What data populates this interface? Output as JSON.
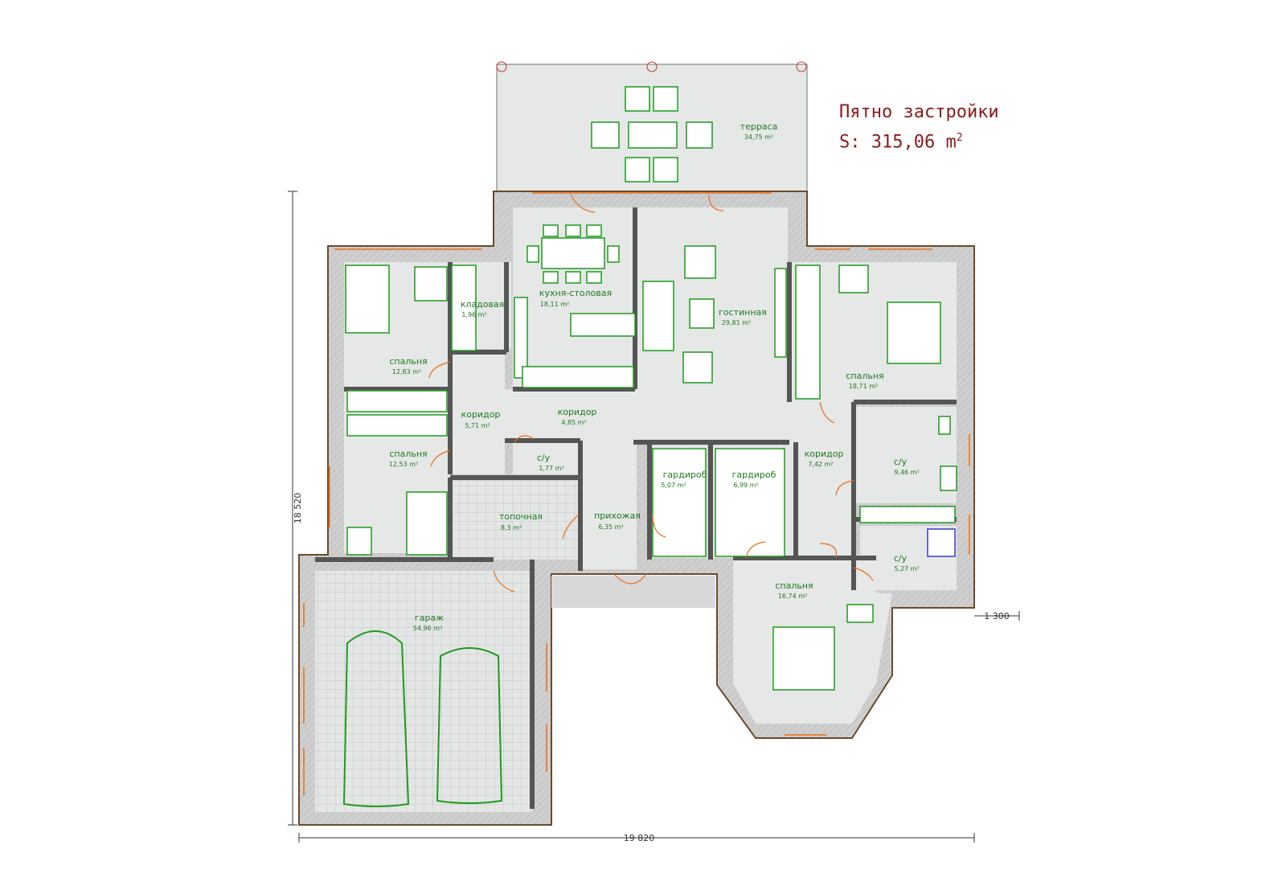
{
  "summary": {
    "heading": "Пятно застройки",
    "area_prefix": "S:",
    "area_value": "315,06",
    "area_unit": "m",
    "area_exp": "2"
  },
  "dimensions": {
    "width": "19 820",
    "height": "18 520",
    "offset": "1 300"
  },
  "rooms": [
    {
      "name": "терраса",
      "area": "34,75 m²"
    },
    {
      "name": "кухня-столовая",
      "area": "18,11 m²"
    },
    {
      "name": "гостинная",
      "area": "29,81 m²"
    },
    {
      "name": "кладовая",
      "area": "1,96 m²"
    },
    {
      "name": "спальня",
      "area": "12,83 m²"
    },
    {
      "name": "спальня",
      "area": "18,71 m²"
    },
    {
      "name": "коридор",
      "area": "5,71 m²"
    },
    {
      "name": "коридор",
      "area": "4,85 m²"
    },
    {
      "name": "спальня",
      "area": "12,53 m²"
    },
    {
      "name": "с/у",
      "area": "1,77 m²"
    },
    {
      "name": "топочная",
      "area": "8,3 m²"
    },
    {
      "name": "прихожая",
      "area": "6,35 m²"
    },
    {
      "name": "гардироб",
      "area": "5,07 m²"
    },
    {
      "name": "гардироб",
      "area": "6,99 m²"
    },
    {
      "name": "коридор",
      "area": "7,42 m²"
    },
    {
      "name": "с/у",
      "area": "9,46 m²"
    },
    {
      "name": "с/у",
      "area": "5,27 m²"
    },
    {
      "name": "спальня",
      "area": "16,74 m²"
    },
    {
      "name": "гараж",
      "area": "54,96 m²"
    }
  ],
  "colors": {
    "wall": "#c8c8c8",
    "wall_edge": "#6b4a2a",
    "floor": "#e6e7e7",
    "furniture": "#1e9a1e",
    "door": "#e8701a",
    "title": "#8b1a1a",
    "plumbing": "#3a3ac8"
  }
}
